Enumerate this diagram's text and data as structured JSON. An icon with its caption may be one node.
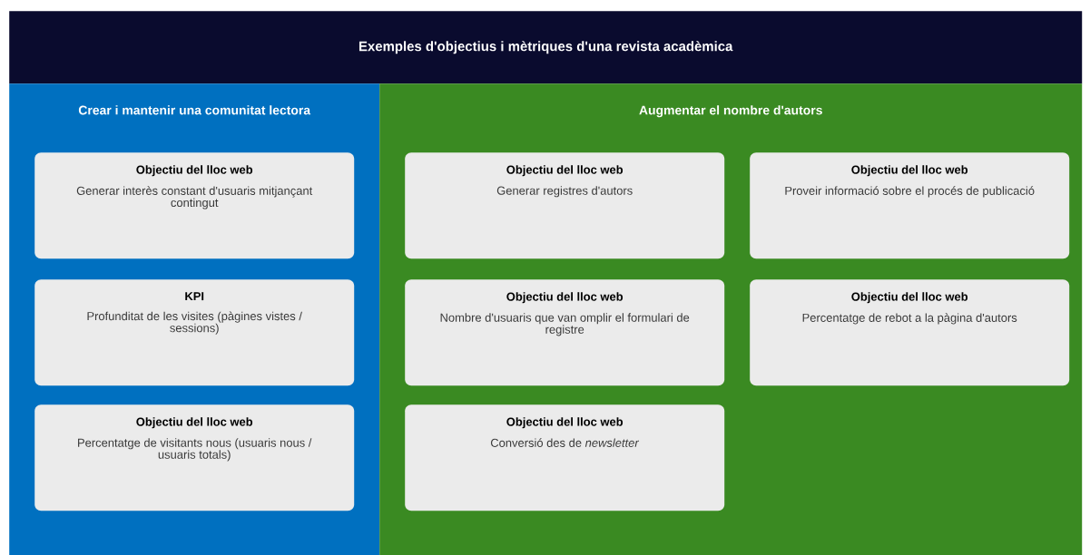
{
  "diagram": {
    "title": "Exemples d'objectius i mètriques d'una revista acadèmica",
    "nodes": [
      {
        "text": [
          "Crear i mantenir una comunitat lectora"
        ]
      },
      {
        "text": [
          "Objectiu del lloc web",
          "Generar interès constant d'usuaris mitjançant contingut"
        ],
        "in": 0
      },
      {
        "text": [
          "KPI",
          "Profunditat de les visites (pàgines vistes / sessions)"
        ],
        "in": 0
      },
      {
        "text": [
          "Objectiu del lloc web",
          "Percentatge de visitants nous (usuaris nous / usuaris totals)"
        ],
        "in": 0
      },
      {
        "text": [
          "Augmentar el nombre d'autors"
        ]
      },
      {
        "text": [
          "Objectiu del lloc web",
          "Generar registres d'autors"
        ],
        "in": 4
      },
      {
        "text": [
          "Objectiu del lloc web",
          "Proveir informació sobre el procés de publicació"
        ],
        "in": 4
      },
      {
        "text": [
          "Objectiu del lloc web",
          "Nombre d'usuaris que van omplir el formulari de registre"
        ],
        "in": 4
      },
      {
        "text": [
          "Objectiu del lloc web",
          "Percentatge de rebot a la pàgina d'autors"
        ],
        "in": 4
      },
      {
        "text": [
          "Objectiu del lloc web",
          "Conversió des de *newsletter*"
        ],
        "in": 4
      }
    ]
  }
}
